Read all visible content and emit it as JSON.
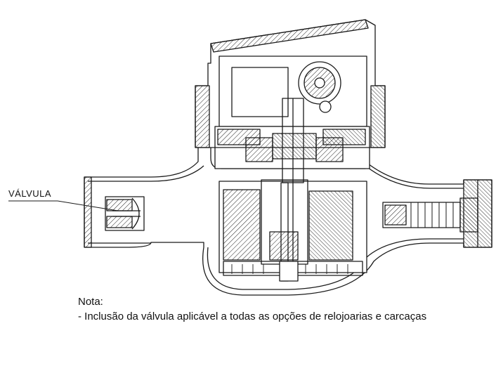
{
  "labels": {
    "valve": "VÁLVULA"
  },
  "note": {
    "title": "Nota:",
    "line1": "- Inclusão da válvula aplicável a todas as opções de relojoarias e carcaças"
  },
  "colors": {
    "line": "#1a1a1a",
    "background": "#ffffff"
  }
}
